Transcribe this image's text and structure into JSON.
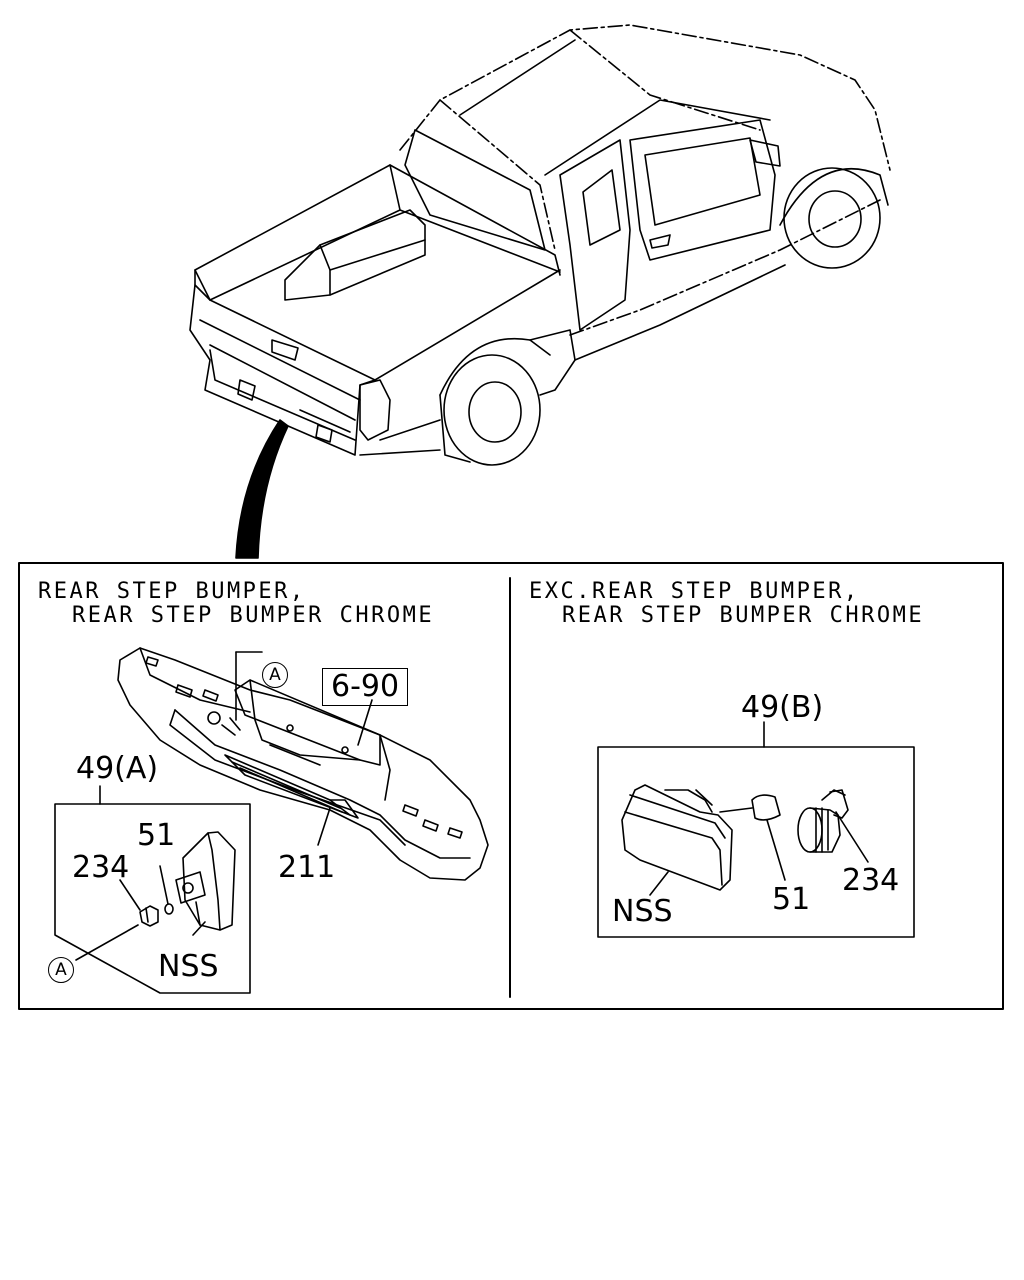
{
  "left_panel": {
    "header_line1": "REAR STEP BUMPER,",
    "header_line2": "REAR STEP BUMPER CHROME",
    "ref_box": "6-90",
    "callout_a_top": "A",
    "callout_a_bottom": "A",
    "labels": {
      "assy": "49(A)",
      "bumper": "211",
      "bulb": "51",
      "socket": "234",
      "lamp": "NSS"
    }
  },
  "right_panel": {
    "header_line1": "EXC.REAR STEP BUMPER,",
    "header_line2": "REAR STEP BUMPER CHROME",
    "labels": {
      "assy": "49(B)",
      "lamp": "NSS",
      "bulb": "51",
      "socket": "234"
    }
  }
}
